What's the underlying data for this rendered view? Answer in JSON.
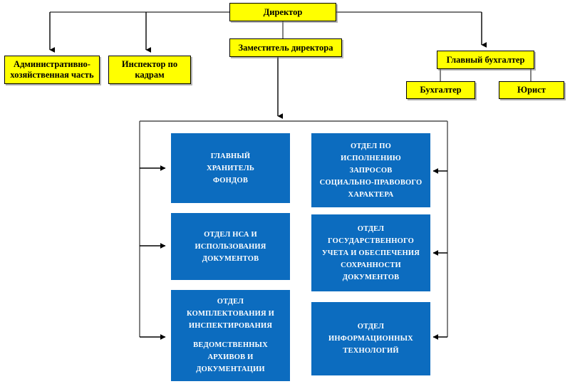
{
  "diagram": {
    "title_node": "Директор",
    "colors": {
      "top_level_fill": "#FFFF00",
      "department_fill": "#0C6CBF",
      "border": "#000000",
      "connector": "#000000",
      "department_text": "#FFFFFF",
      "top_level_text": "#000000",
      "background": "#FFFFFF"
    },
    "nodes": {
      "director": {
        "label": "Директор"
      },
      "deputy_director": {
        "label": "Заместитель директора"
      },
      "admin_economic": {
        "line1": "Административно-",
        "line2": "хозяйственная часть"
      },
      "hr_inspector": {
        "line1": "Инспектор по",
        "line2": "кадрам"
      },
      "chief_accountant": {
        "label": "Главный бухгалтер"
      },
      "accountant": {
        "label": "Бухгалтер"
      },
      "lawyer": {
        "label": "Юрист"
      }
    },
    "departments": [
      {
        "id": "chief-keeper-of-funds",
        "lines": [
          "ГЛАВНЫЙ",
          "ХРАНИТЕЛЬ",
          "ФОНДОВ"
        ]
      },
      {
        "id": "socio-legal-requests",
        "lines": [
          "ОТДЕЛ ПО",
          "ИСПОЛНЕНИЮ",
          "ЗАПРОСОВ",
          "СОЦИАЛЬНО-ПРАВОВОГО",
          "ХАРАКТЕРА"
        ]
      },
      {
        "id": "nsa-document-use",
        "lines": [
          "ОТДЕЛ НСА И",
          "ИСПОЛЬЗОВАНИЯ",
          "ДОКУМЕНТОВ"
        ]
      },
      {
        "id": "state-accounting-preservation",
        "lines": [
          "ОТДЕЛ",
          "ГОСУДАРСТВЕННОГО",
          "УЧЕТА И ОБЕСПЕЧЕНИЯ",
          "СОХРАННОСТИ",
          "ДОКУМЕНТОВ"
        ]
      },
      {
        "id": "acquisition-inspection",
        "lines": [
          "ОТДЕЛ",
          "КОМПЛЕКТОВАНИЯ  И",
          "ИНСПЕКТИРОВАНИЯ",
          "",
          "ВЕДОМСТВЕННЫХ",
          "АРХИВОВ И",
          "ДОКУМЕНТАЦИИ"
        ]
      },
      {
        "id": "information-technologies",
        "lines": [
          "ОТДЕЛ",
          "ИНФОРМАЦИОННЫХ",
          "ТЕХНОЛОГИЙ"
        ]
      }
    ]
  }
}
